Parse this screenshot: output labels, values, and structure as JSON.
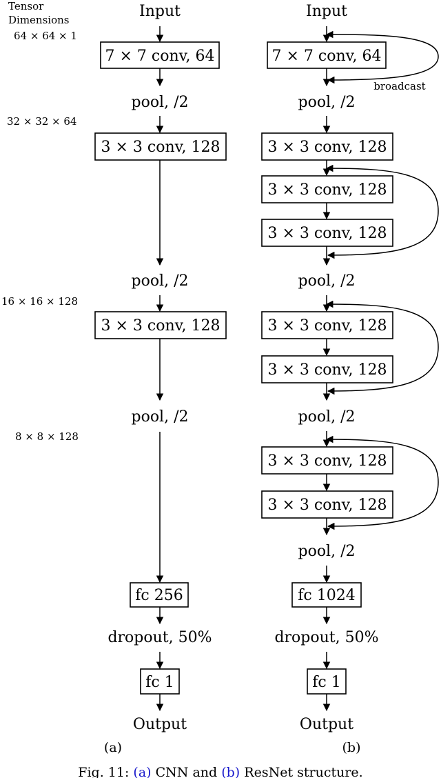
{
  "header": {
    "tensor": "Tensor",
    "dimensions": "Dimensions"
  },
  "dims": [
    "64 × 64 × 1",
    "32 × 32 × 64",
    "16 × 16 × 128",
    "8 × 8 × 128"
  ],
  "cnn": {
    "input": "Input",
    "conv1": "7 × 7 conv, 64",
    "pool1": "pool, /2",
    "conv2": "3 × 3 conv, 128",
    "pool2": "pool, /2",
    "conv3": "3 × 3 conv, 128",
    "pool3": "pool, /2",
    "fc1": "fc 256",
    "dropout": "dropout, 50%",
    "fc2": "fc 1",
    "output": "Output",
    "sublabel": "(a)"
  },
  "resnet": {
    "input": "Input",
    "conv1": "7 × 7 conv, 64",
    "broadcast": "broadcast",
    "pool1": "pool, /2",
    "conv2": "3 × 3 conv, 128",
    "block1a": "3 × 3 conv, 128",
    "block1b": "3 × 3 conv, 128",
    "pool2": "pool, /2",
    "block2a": "3 × 3 conv, 128",
    "block2b": "3 × 3 conv, 128",
    "pool3": "pool, /2",
    "block3a": "3 × 3 conv, 128",
    "block3b": "3 × 3 conv, 128",
    "pool4": "pool, /2",
    "fc1": "fc 1024",
    "dropout": "dropout, 50%",
    "fc2": "fc 1",
    "output": "Output",
    "sublabel": "(b)"
  },
  "caption": {
    "prefix": "Fig. 11:",
    "ref_a": "(a)",
    "mid": "CNN and",
    "ref_b": "(b)",
    "suffix": "ResNet structure."
  }
}
